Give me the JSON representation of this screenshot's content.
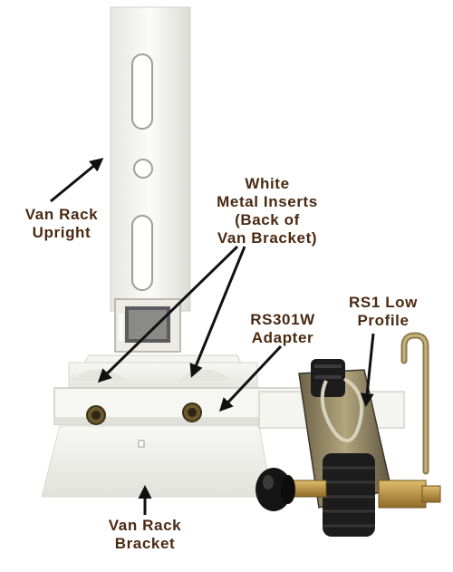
{
  "colors": {
    "label": "#4a2a12",
    "arrow": "#111111",
    "bracket": "#f3f3ef",
    "bracket_shade": "#d9d9d4",
    "metal": "#9a8d6a",
    "strap": "#1c1c1c",
    "knob": "#151515",
    "brass": "#c29a45"
  },
  "labels": {
    "upright": [
      "Van Rack",
      "Upright"
    ],
    "inserts": [
      "White",
      "Metal Inserts",
      "(Back of",
      "Van Bracket)"
    ],
    "adapter": [
      "RS301W",
      "Adapter"
    ],
    "rs1": [
      "RS1 Low",
      "Profile"
    ],
    "bracket": [
      "Van Rack",
      "Bracket"
    ]
  },
  "icons": {
    "arrow": "arrow-icon",
    "bolt": "hex-bolt-icon",
    "knob": "knob-icon"
  }
}
